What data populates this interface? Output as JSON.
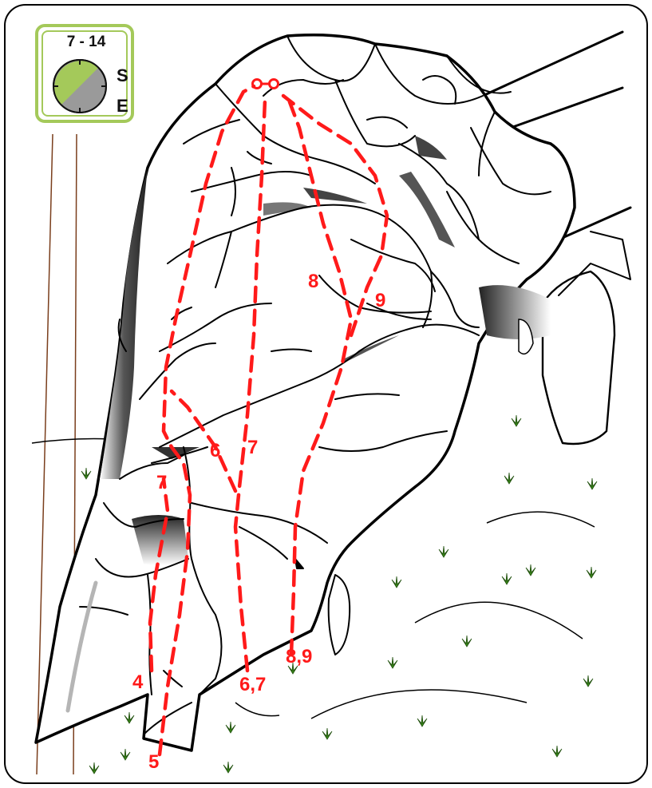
{
  "badge": {
    "grade_range": "7 - 14",
    "aspect_1": "S",
    "aspect_2": "E",
    "colors": {
      "frame": "#a4c95a",
      "sun": "#a4c95a",
      "shade": "#9a9a9a"
    }
  },
  "routes": [
    {
      "id": "route-4",
      "label": "4"
    },
    {
      "id": "route-5",
      "label": "5"
    },
    {
      "id": "route-6",
      "label": "6"
    },
    {
      "id": "route-7",
      "label": "7"
    },
    {
      "id": "route-7-top",
      "label": "7"
    },
    {
      "id": "route-6-7-start",
      "label": "6,7"
    },
    {
      "id": "route-8",
      "label": "8"
    },
    {
      "id": "route-9",
      "label": "9"
    },
    {
      "id": "route-8-9-start",
      "label": "8,9"
    }
  ],
  "colors": {
    "route_line": "#ff1a1a",
    "rock_outline": "#000000",
    "grass": "#3a8a1a"
  }
}
